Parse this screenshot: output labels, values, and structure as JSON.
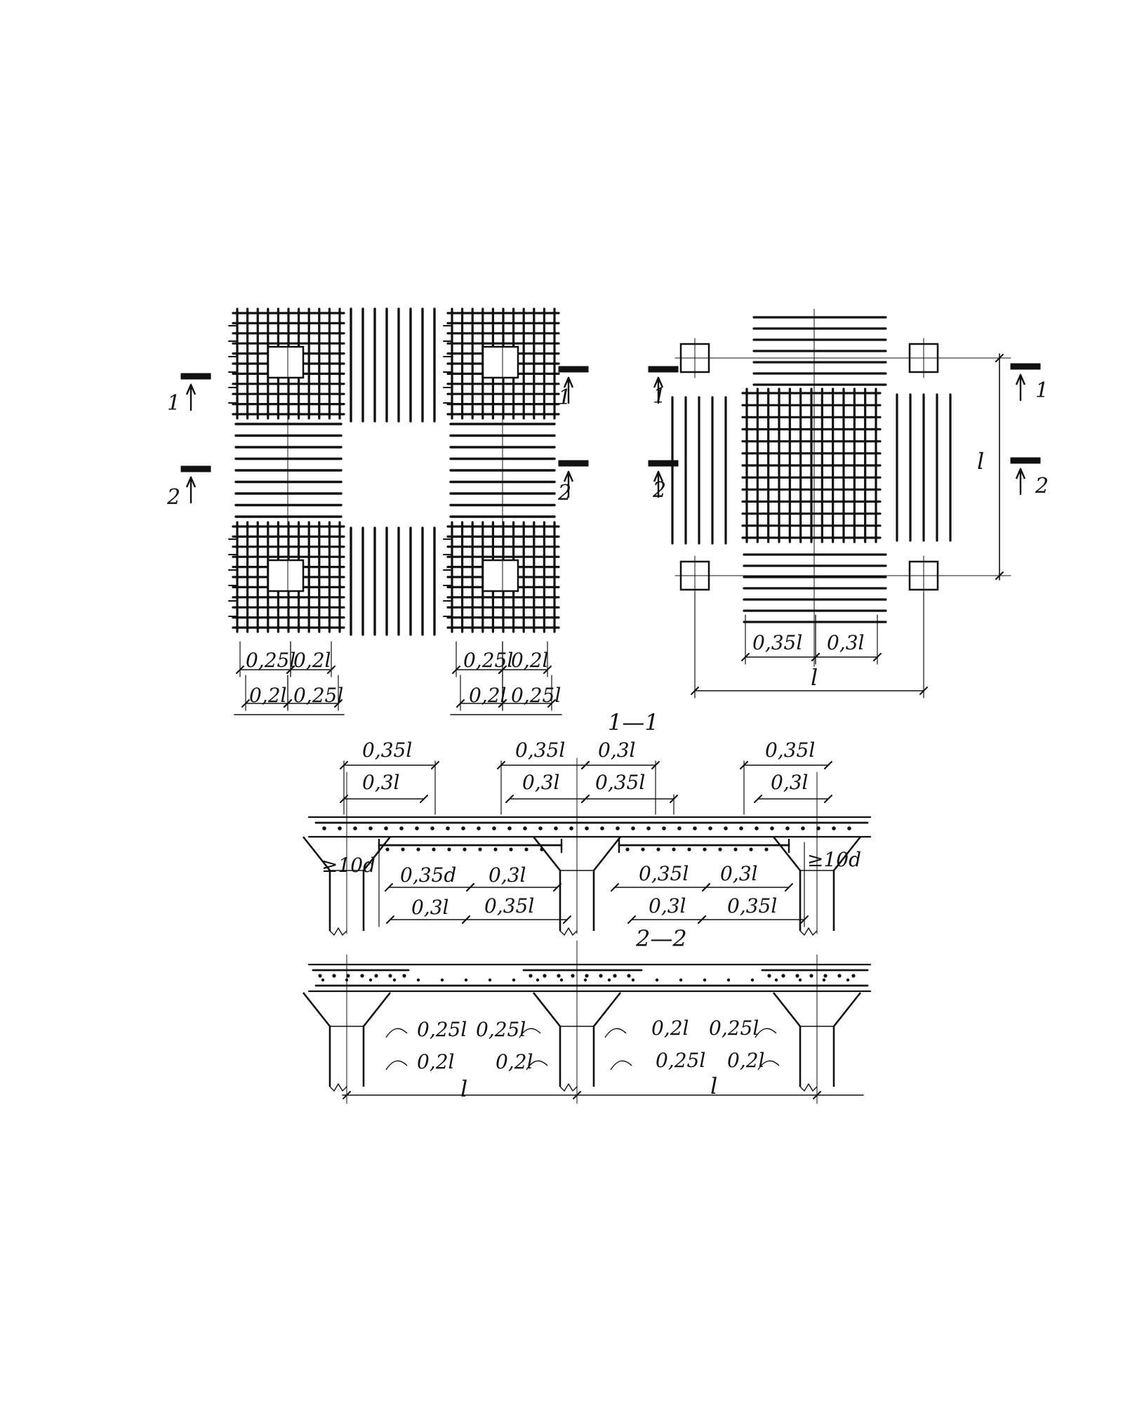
{
  "colors": {
    "ink": "#111111",
    "paper": "#ffffff"
  },
  "plan_left": {
    "section_marks": [
      {
        "left": "1",
        "right": "1"
      },
      {
        "left": "2",
        "right": "2"
      }
    ],
    "dims_left_top": [
      "0,25l",
      "0,2l"
    ],
    "dims_left_bottom": [
      "0,2l",
      "0,25l"
    ],
    "dims_right_top": [
      "0,25l",
      "0,2l"
    ],
    "dims_right_bottom": [
      "0,2l",
      "0,25l"
    ]
  },
  "plan_right": {
    "section_marks": [
      {
        "left": "1",
        "right": "1"
      },
      {
        "left": "2",
        "right": "2"
      }
    ],
    "span_vertical": "l",
    "dims_top": [
      "0,35l",
      "0,3l"
    ],
    "span_bottom": "l"
  },
  "section_1": {
    "title": "1—1",
    "top_left": [
      "0,35l",
      "0,3l"
    ],
    "top_mid": [
      "0,35l",
      "0,3l",
      "0,3l",
      "0,35l"
    ],
    "top_right": [
      "0,35l",
      "0,3l"
    ],
    "anchor_left": "≥10d",
    "anchor_right": "≥10d",
    "bottom_left": [
      "0,35d",
      "0,3l",
      "0,3l",
      "0,35l"
    ],
    "bottom_right": [
      "0,35l",
      "0,3l",
      "0,3l",
      "0,35l"
    ]
  },
  "section_2": {
    "title": "2—2",
    "labels": [
      "0,25l",
      "0,2l",
      "0,25l",
      "0,2l",
      "0,2l",
      "0,25l",
      "0,25l",
      "0,2l"
    ],
    "spans": [
      "l",
      "l"
    ]
  }
}
